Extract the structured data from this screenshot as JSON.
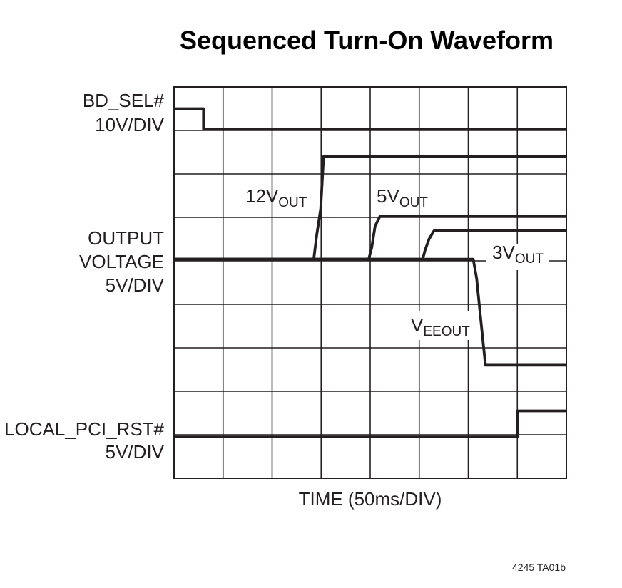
{
  "chart_data": {
    "type": "line",
    "title": "Sequenced Turn-On Waveform",
    "xlabel": "TIME (50ms/DIV)",
    "xlim": [
      0,
      8
    ],
    "ylim": [
      0,
      9
    ],
    "grid": true,
    "x_divisions": 8,
    "y_divisions": 9,
    "channel_labels": [
      {
        "name": "BD_SEL#",
        "scale": "10V/DIV"
      },
      {
        "name_lines": [
          "OUTPUT",
          "VOLTAGE"
        ],
        "scale": "5V/DIV"
      },
      {
        "name": "LOCAL_PCI_RST#",
        "scale": "5V/DIV"
      }
    ],
    "annotations": [
      {
        "base": "12V",
        "sub": "OUT"
      },
      {
        "base": "5V",
        "sub": "OUT"
      },
      {
        "base": "3V",
        "sub": "OUT"
      },
      {
        "base": "V",
        "sub": "EEOUT"
      }
    ],
    "series": [
      {
        "x": [
          0,
          0.6,
          0.6,
          8
        ],
        "y": [
          8.5,
          8.5,
          8.03,
          8.03
        ]
      },
      {
        "x": [
          0,
          2.85,
          2.91,
          2.99,
          3.05,
          8
        ],
        "y": [
          5.04,
          5.04,
          5.6,
          6.2,
          7.4,
          7.4
        ]
      },
      {
        "x": [
          0,
          3.97,
          4.03,
          4.1,
          4.2,
          8
        ],
        "y": [
          5.04,
          5.04,
          5.3,
          5.8,
          6.03,
          6.03
        ]
      },
      {
        "x": [
          0,
          5.07,
          5.12,
          5.2,
          5.3,
          8
        ],
        "y": [
          5.04,
          5.04,
          5.25,
          5.5,
          5.69,
          5.69
        ]
      },
      {
        "x": [
          0,
          6.1,
          6.17,
          6.25,
          6.35,
          8
        ],
        "y": [
          5.04,
          5.04,
          4.6,
          3.7,
          2.6,
          2.6
        ]
      },
      {
        "x": [
          0,
          7.0,
          7.0,
          8
        ],
        "y": [
          0.95,
          0.95,
          1.55,
          1.55
        ]
      }
    ]
  },
  "figure_id": "4245 TA01b"
}
